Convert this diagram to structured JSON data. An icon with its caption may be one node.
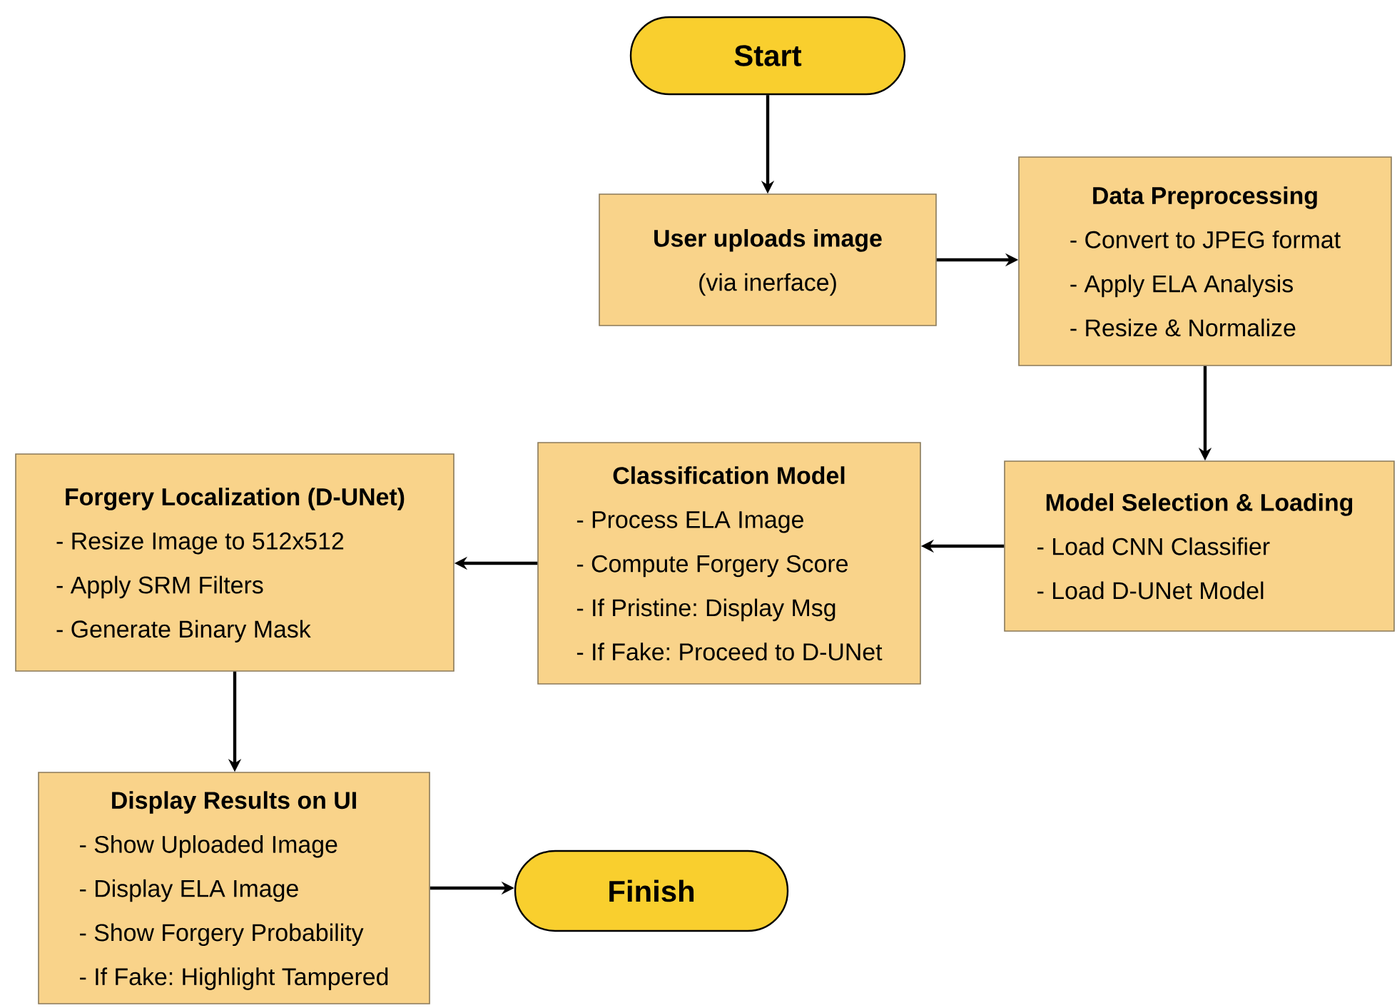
{
  "diagram": {
    "nodes": [
      {
        "text": [
          "Start"
        ]
      },
      {
        "text": [
          "User uploads image",
          "(via inerface)"
        ]
      },
      {
        "text": [
          "Data Preprocessing",
          "- Convert to JPEG format",
          "- Apply ELA Analysis",
          "- Resize & Normalize"
        ]
      },
      {
        "text": [
          "Model Selection & Loading",
          "- Load CNN Classifier",
          "- Load D-UNet Model"
        ]
      },
      {
        "text": [
          "Classification Model",
          "- Process ELA Image",
          "- Compute Forgery Score",
          "- If Pristine: Display Msg",
          "- If Fake: Proceed to D-UNet"
        ]
      },
      {
        "text": [
          "Forgery Localization (D-UNet)",
          "- Resize Image to 512x512",
          "- Apply SRM Filters",
          "- Generate Binary Mask"
        ]
      },
      {
        "text": [
          "Display Results on UI",
          "- Show Uploaded Image",
          "- Display ELA Image",
          "- Show Forgery Probability",
          "- If Fake: Highlight Tampered"
        ]
      },
      {
        "text": [
          "Finish"
        ]
      }
    ],
    "edges": [
      {
        "from": 0,
        "to": 1,
        "arrow": "to"
      },
      {
        "from": 1,
        "to": 2,
        "arrow": "to"
      },
      {
        "from": 2,
        "to": 3,
        "arrow": "to"
      },
      {
        "from": 3,
        "to": 4,
        "arrow": "to"
      },
      {
        "from": 4,
        "to": 5,
        "arrow": "to"
      },
      {
        "from": 5,
        "to": 6,
        "arrow": "to"
      },
      {
        "from": 6,
        "to": 7,
        "arrow": "to"
      }
    ]
  }
}
